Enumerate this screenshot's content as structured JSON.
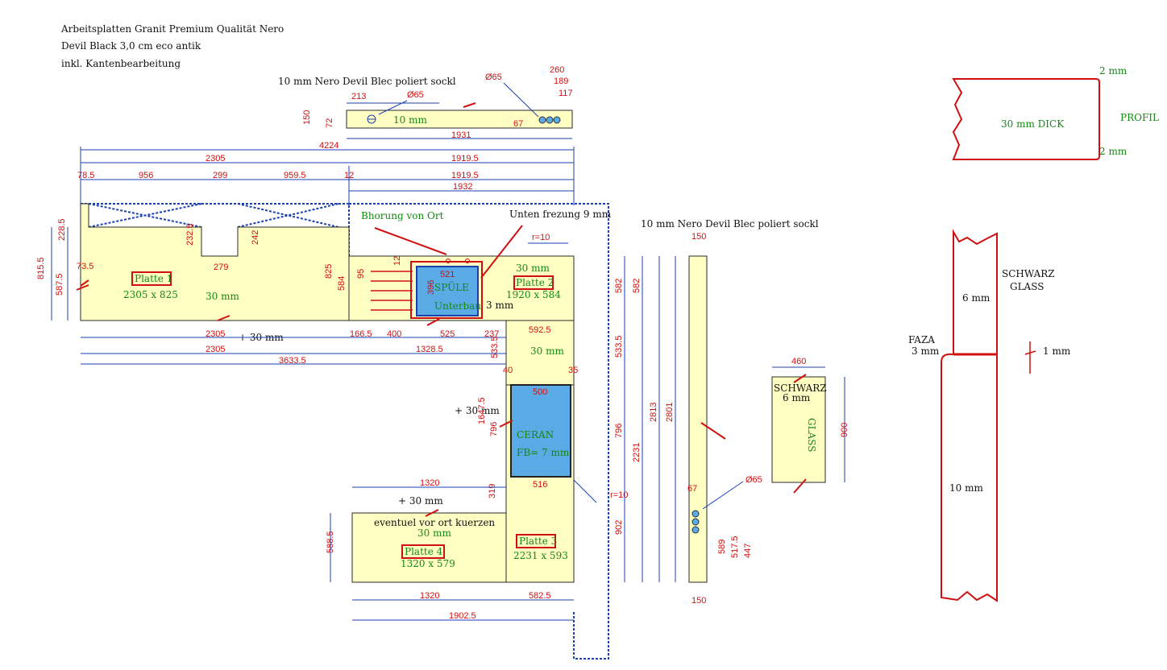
{
  "header": {
    "line1": "Arbeitsplatten Granit Premium Qualität Nero",
    "line2": "Devil Black 3,0 cm eco antik",
    "line3": "inkl. Kantenbearbeitung"
  },
  "sockel_top": {
    "title": "10 mm Nero Devil Blec poliert sockl",
    "thickness": "10 mm",
    "d_hole_left": "Ø65",
    "d_hole_right": "Ø65",
    "dims": [
      "213",
      "150",
      "72",
      "1931",
      "260",
      "189",
      "117",
      "67"
    ]
  },
  "top_dims": {
    "total": "4224",
    "left": "2305",
    "right": "1919.5",
    "row2": [
      "78.5",
      "956",
      "299",
      "959.5",
      "12",
      "1919.5"
    ],
    "right_inner": "1932"
  },
  "annotations": {
    "bohrung": "Bhorung von Ort",
    "fraesung": "Unten frezung 9 mm",
    "r_top": "r=10",
    "r_bottom": "r=10",
    "plus30_a": "+ 30 mm",
    "plus30_b": "+ 30 mm",
    "plus30_c": "+ 30 mm",
    "kuerzen": "eventuel vor ort kuerzen",
    "three_mm": "3 mm"
  },
  "plates": [
    {
      "label": "Platte 1",
      "size": "2305 x 825",
      "thick": "30 mm"
    },
    {
      "label": "Platte 2",
      "size": "1920 x 584",
      "thick": "30 mm"
    },
    {
      "label": "Platte 3",
      "size": "2231 x 593",
      "thick": "30 mm"
    },
    {
      "label": "Platte 4",
      "size": "1320 x 579",
      "thick": "30 mm"
    }
  ],
  "sink": {
    "label": "SPÜLE",
    "sub": "Unterbau",
    "w": "521",
    "h": "396"
  },
  "hob": {
    "label": "CERAN",
    "sub": "FB= 7 mm",
    "w_top": "500",
    "w_bottom": "516"
  },
  "left_dims": [
    "228.5",
    "815.5",
    "587.5",
    "73.5",
    "232.5",
    "279",
    "242",
    "825",
    "584",
    "95",
    "12"
  ],
  "mid_dims": [
    "2305",
    "166.5",
    "400",
    "525",
    "237",
    "592.5",
    "2305",
    "1328.5",
    "3633.5",
    "533.5",
    "40",
    "35",
    "1647.5",
    "796",
    "319",
    "1320",
    "1320",
    "582.5",
    "1902.5",
    "588.5"
  ],
  "right_dims": [
    "582",
    "582",
    "533.5",
    "796",
    "2231",
    "2813",
    "2801",
    "902"
  ],
  "sockel_side": {
    "title": "10 mm Nero Devil Blec poliert sockl",
    "top": "150",
    "bottom": "150",
    "hole": "Ø65",
    "dims": [
      "67",
      "589",
      "517.5",
      "447"
    ]
  },
  "glass_panel": {
    "width": "460",
    "height": "900",
    "title": "SCHWARZ",
    "thick": "6 mm",
    "vertical": "GLASS"
  },
  "profile": {
    "top_mm": "2 mm",
    "bottom_mm": "2 mm",
    "label": "30  mm DICK",
    "title": "PROFIL"
  },
  "section": {
    "title1": "SCHWARZ",
    "title2": "GLASS",
    "six": "6 mm",
    "faza": "FAZA",
    "faza_mm": "3 mm",
    "one": "1 mm",
    "ten": "10 mm"
  },
  "colors": {
    "slab": "#ffffc4",
    "dimension": "#1a3fb0",
    "marker": "#d01010",
    "cutout": "#5aaae6"
  }
}
